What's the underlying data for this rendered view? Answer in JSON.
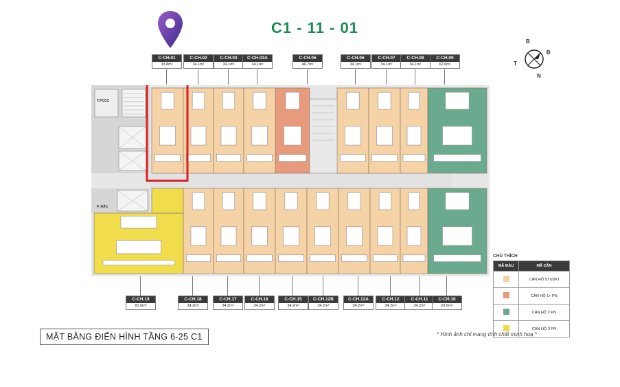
{
  "title": "C1 - 11 - 01",
  "compass": {
    "north_label": "B",
    "east_label": "Đ",
    "west_label": "T",
    "south_label": "N"
  },
  "top_units": [
    {
      "code": "C-CH.01",
      "area": "33.8m²"
    },
    {
      "code": "C-CH.02",
      "area": "34.1m²"
    },
    {
      "code": "C-CH.03",
      "area": "34.1m²"
    },
    {
      "code": "C-CH.03A",
      "area": "34.1m²"
    },
    {
      "code": "C-CH.05",
      "area": "46.7m²"
    },
    {
      "code": "C-CH.06",
      "area": "34.1m²"
    },
    {
      "code": "C-CH.07",
      "area": "34.1m²"
    },
    {
      "code": "C-CH.08",
      "area": "34.1m²"
    },
    {
      "code": "C-CH.09",
      "area": "62.6m²"
    }
  ],
  "bottom_units": [
    {
      "code": "C-CH.19",
      "area": "81.6m²"
    },
    {
      "code": "C-CH.18",
      "area": "34.2m²"
    },
    {
      "code": "C-CH.17",
      "area": "34.2m²"
    },
    {
      "code": "C-CH.16",
      "area": "34.2m²"
    },
    {
      "code": "C-CH.15",
      "area": "34.2m²"
    },
    {
      "code": "C-CH.12B",
      "area": "34.2m²"
    },
    {
      "code": "C-CH.12A",
      "area": "34.2m²"
    },
    {
      "code": "C-CH.12",
      "area": "34.2m²"
    },
    {
      "code": "C-CH.11",
      "area": "34.2m²"
    },
    {
      "code": "C-CH.10",
      "area": "62.6m²"
    }
  ],
  "room_labels": {
    "pccc": "T.PCCC",
    "rac": "P. RÁC"
  },
  "legend": {
    "heading": "CHÚ THÍCH",
    "col_color": "MÃ MÀU",
    "col_type": "MÃ CĂN",
    "rows": [
      {
        "label": "CĂN HỘ STUDIO",
        "color": "#f6d3a6"
      },
      {
        "label": "CĂN HỘ 1+ PN",
        "color": "#e89a7c"
      },
      {
        "label": "CĂN HỘ 2 PN",
        "color": "#6aaa8e"
      },
      {
        "label": "CĂN HỘ 3 PN",
        "color": "#f1dc4c"
      }
    ]
  },
  "subtitle": "MẶT BẰNG ĐIỂN HÌNH TẦNG 6-25 C1",
  "note": "* Hình ảnh chỉ mang tính chất minh hoạ *",
  "colors": {
    "studio": "#f6d3a6",
    "one_bed": "#e89a7c",
    "two_bed": "#6aaa8e",
    "three_bed": "#f1dc4c",
    "highlight": "#d92020",
    "pin": "#6b3fa0",
    "title": "#1f8a54"
  }
}
